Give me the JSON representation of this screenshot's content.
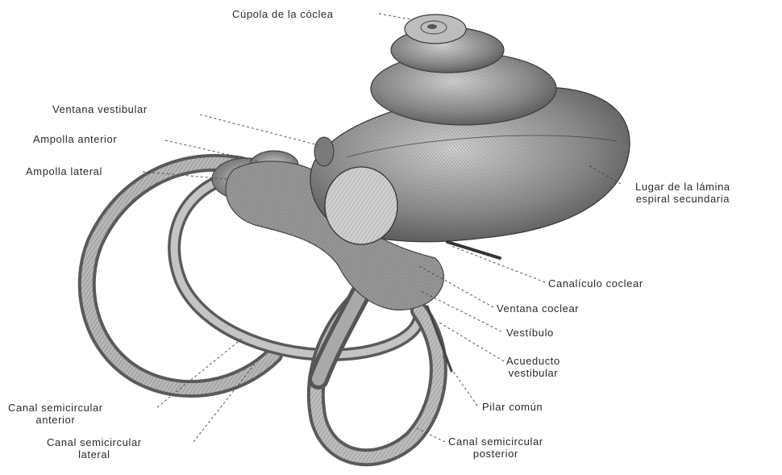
{
  "labels": {
    "cupola": "Cúpola de la cóclea",
    "ventana_vestibular": "Ventana vestibular",
    "ampolla_anterior": "Ampolla anterior",
    "ampolla_lateral": "Ampolla lateral",
    "lamina": {
      "line1": "Lugar de la lámina",
      "line2": "espiral secundaria"
    },
    "canaliculo": "Canalículo coclear",
    "ventana_coclear": "Ventana coclear",
    "vestibulo": "Vestíbulo",
    "acueducto": {
      "line1": "Acueducto",
      "line2": "vestibular"
    },
    "pilar": "Pilar común",
    "canal_anterior": {
      "line1": "Canal semicircular",
      "line2": "anterior"
    },
    "canal_lateral": {
      "line1": "Canal semicircular",
      "line2": "lateral"
    },
    "canal_posterior": {
      "line1": "Canal semicircular",
      "line2": "posterior"
    }
  },
  "colors": {
    "ink": "#2a2a2a",
    "shade_dark": "#555555",
    "shade_mid": "#8a8a8a",
    "shade_light": "#c8c8c8"
  }
}
